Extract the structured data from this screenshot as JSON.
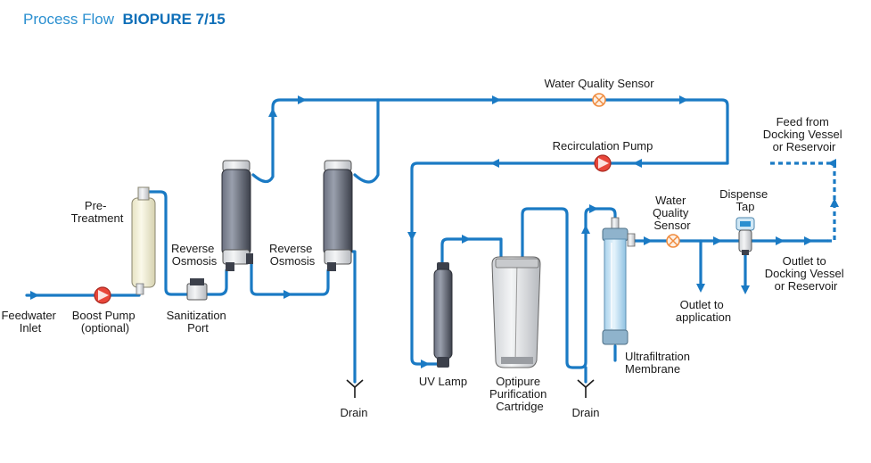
{
  "title": {
    "prefix": "Process Flow",
    "product": "BIOPURE 7/15"
  },
  "labels": {
    "feedwater_inlet": [
      "Feedwater",
      "Inlet"
    ],
    "boost_pump": [
      "Boost Pump",
      "(optional)"
    ],
    "pre_treatment": [
      "Pre-",
      "Treatment"
    ],
    "sanitization_port": [
      "Sanitization",
      "Port"
    ],
    "reverse_osmosis_1": [
      "Reverse",
      "Osmosis"
    ],
    "reverse_osmosis_2": [
      "Reverse",
      "Osmosis"
    ],
    "drain_1": [
      "Drain"
    ],
    "water_quality_sensor_top": [
      "Water Quality Sensor"
    ],
    "recirculation_pump": [
      "Recirculation Pump"
    ],
    "feed_from_docking": [
      "Feed from",
      "Docking Vessel",
      "or Reservoir"
    ],
    "uv_lamp": [
      "UV Lamp"
    ],
    "optipure_cartridge": [
      "Optipure",
      "Purification",
      "Cartridge"
    ],
    "drain_2": [
      "Drain"
    ],
    "ultrafiltration_membrane": [
      "Ultrafiltration",
      "Membrane"
    ],
    "water_quality_sensor_right": [
      "Water",
      "Quality",
      "Sensor"
    ],
    "dispense_tap": [
      "Dispense",
      "Tap"
    ],
    "outlet_to_application": [
      "Outlet to",
      "application"
    ],
    "outlet_to_docking": [
      "Outlet to",
      "Docking Vessel",
      "or Reservoir"
    ]
  },
  "colors": {
    "pipe": "#1a7ac4",
    "pump_red": "#e8463a",
    "title_light": "#2a8fd0",
    "title_bold": "#0f6fb8",
    "sensor_orange": "#f08a3c",
    "cartridge_dark": "#4a4f5c",
    "pretreatment_fill": "#f3f0d6",
    "uf_fill": "#cfe7f5"
  }
}
